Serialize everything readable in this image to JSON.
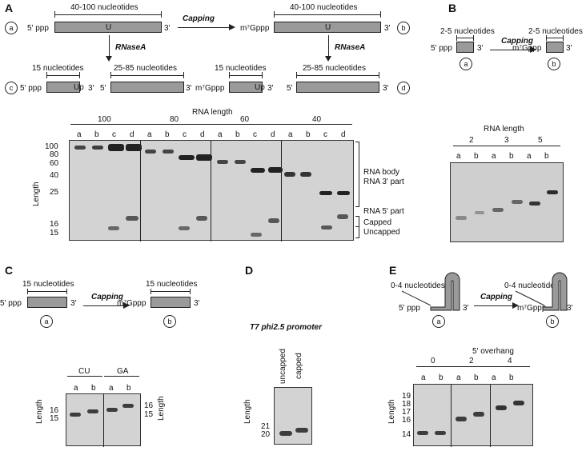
{
  "panels": {
    "A": "A",
    "B": "B",
    "C": "C",
    "D": "D",
    "E": "E"
  },
  "panelA": {
    "len_a": "40-100 nucleotides",
    "len_b": "40-100 nucleotides",
    "cap_arrow": "Capping",
    "rnase1": "RNaseA",
    "rnase2": "RNaseA",
    "end5_a": "5' ppp",
    "end3": "3'",
    "end5_b": "m⁷Gppp",
    "u": "U",
    "sub_a": "a",
    "sub_b": "b",
    "sub_c": "c",
    "sub_d": "d",
    "frag15": "15 nucleotides",
    "frag25": "25-85 nucleotides",
    "c_5": "5' ppp",
    "c_up": "Up",
    "end5_prime": "5'",
    "d_5": "m⁷Gppp",
    "d_up": "Up",
    "gel_title": "RNA length",
    "groups": [
      "100",
      "80",
      "60",
      "40"
    ],
    "lanes": [
      "a",
      "b",
      "c",
      "d"
    ],
    "ylabel": "Length",
    "markers": [
      "100",
      "80",
      "60",
      "40",
      "25",
      "16",
      "15"
    ],
    "right_labels": [
      "RNA body",
      "RNA 3' part",
      "RNA 5' part",
      "Capped",
      "Uncapped"
    ]
  },
  "panelB": {
    "len": "2-5 nucleotides",
    "len2": "2-5 nucleotides",
    "end5": "5' ppp",
    "end3": "3'",
    "cap": "Capping",
    "cap5": "m⁷Gppp",
    "sub_a": "a",
    "sub_b": "b",
    "gel_title": "RNA length",
    "groups": [
      "2",
      "3",
      "5"
    ],
    "lanes": [
      "a",
      "b"
    ]
  },
  "panelC": {
    "len": "15 nucleotides",
    "len2": "15 nucleotides",
    "end5": "5' ppp",
    "end3": "3'",
    "cap": "Capping",
    "cap5": "m⁷Gppp",
    "sub_a": "a",
    "sub_b": "b",
    "groups": [
      "CU",
      "GA"
    ],
    "lanes": [
      "a",
      "b"
    ],
    "ylabel": "Length",
    "markers_left": [
      "16",
      "15"
    ],
    "markers_right": [
      "16",
      "15"
    ]
  },
  "panelD": {
    "title": "T7 phi2.5 promoter",
    "lane1": "uncapped",
    "lane2": "capped",
    "ylabel": "Length",
    "markers": [
      "21",
      "20"
    ]
  },
  "panelE": {
    "overhang": "0-4 nucleotides",
    "overhang2": "0-4 nucleotides",
    "end5": "5' ppp",
    "end3": "3'",
    "cap": "Capping",
    "cap5": "m⁷Gppp",
    "sub_a": "a",
    "sub_b": "b",
    "gel_title": "5' overhang",
    "groups": [
      "0",
      "2",
      "4"
    ],
    "lanes": [
      "a",
      "b"
    ],
    "ylabel": "Length",
    "markers": [
      "19",
      "18",
      "17",
      "16",
      "14"
    ]
  }
}
